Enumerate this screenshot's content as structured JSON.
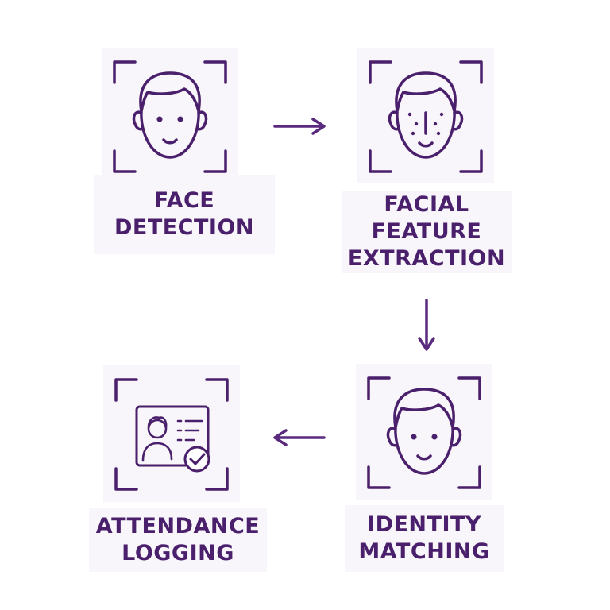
{
  "colors": {
    "primary": "#4a1f6b",
    "accent": "#6b3a8e",
    "background": "#ffffff",
    "panel": "#f8f6fa"
  },
  "steps": [
    {
      "id": "face-detection",
      "icon": "face-scan-icon",
      "label_lines": [
        "FACE",
        "DETECTION"
      ]
    },
    {
      "id": "facial-feature-extraction",
      "icon": "face-landmarks-icon",
      "label_lines": [
        "FACIAL",
        "FEATURE",
        "EXTRACTION"
      ]
    },
    {
      "id": "identity-matching",
      "icon": "face-scan-icon",
      "label_lines": [
        "IDENTITY",
        "MATCHING"
      ]
    },
    {
      "id": "attendance-logging",
      "icon": "id-card-check-icon",
      "label_lines": [
        "ATTENDANCE",
        "LOGGING"
      ]
    }
  ],
  "flow": [
    {
      "from": "face-detection",
      "to": "facial-feature-extraction",
      "direction": "right"
    },
    {
      "from": "facial-feature-extraction",
      "to": "identity-matching",
      "direction": "down"
    },
    {
      "from": "identity-matching",
      "to": "attendance-logging",
      "direction": "left"
    }
  ]
}
